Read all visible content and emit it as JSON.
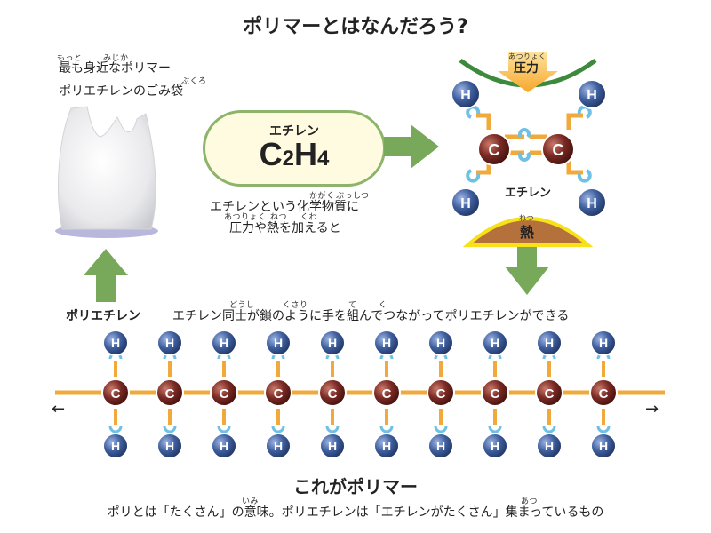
{
  "title": "ポリマーとはなんだろう?",
  "bag": {
    "caption_line1": "最も身近なポリマー",
    "caption_line2": "ポリエチレンのごみ袋",
    "ruby": {
      "motto": "もっと",
      "mijika": "みじか",
      "bukuro": "ぶくろ"
    }
  },
  "ethylene_box": {
    "name": "エチレン",
    "formula_c": "C",
    "formula_c_sub": "2",
    "formula_h": "H",
    "formula_h_sub": "4"
  },
  "process_text": {
    "line1": "エチレンという化学物質に",
    "line2": "圧力や熱を加えると",
    "ruby": {
      "kagaku": "かがく",
      "busshitsu": "ぶっしつ",
      "atsuryoku": "あつりょく",
      "netsu": "ねつ",
      "kuwa": "くわ"
    }
  },
  "reaction": {
    "pressure": "圧力",
    "pressure_ruby": "あつりょく",
    "heat": "熱",
    "heat_ruby": "ねつ",
    "molecule_label": "エチレン",
    "atoms": {
      "h": "H",
      "c": "C"
    }
  },
  "polyethylene_label": "ポリエチレン",
  "chain_text": {
    "text": "エチレン同士が鎖のように手を組んでつながってポリエチレンができる",
    "ruby": {
      "doushi": "どうし",
      "kusari": "くさり",
      "te": "て",
      "ku": "く"
    }
  },
  "chain": {
    "units": 10,
    "arrow_left": "←",
    "arrow_right": "→"
  },
  "polymer_heading": "これがポリマー",
  "bottom_text": {
    "text": "ポリとは「たくさん」の意味。ポリエチレンは「エチレンがたくさん」集まっているもの",
    "ruby": {
      "imi": "いみ",
      "atsu": "あつ"
    }
  },
  "colors": {
    "green": "#78a85a",
    "bond_orange": "#f2a93b",
    "bond_blue": "#6ec1e4",
    "hydrogen": "#3f5f9e",
    "carbon": "#7a2a24",
    "heat_fill": "#b5713c",
    "heat_edge": "#f7e21a",
    "pressure_arc": "#3c8a3c"
  }
}
